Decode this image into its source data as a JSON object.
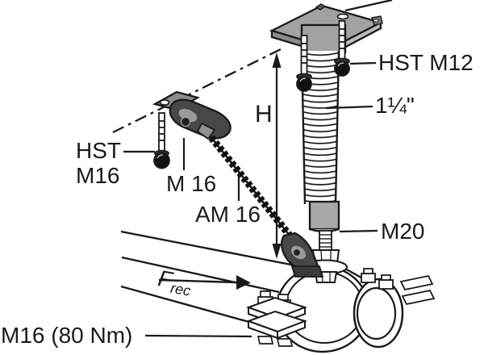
{
  "diagram": {
    "description": "Pipe suspension assembly with ceiling plate, threaded pipe, tie rod and pipe clamp",
    "labels": {
      "anchor_top": "HST M12",
      "pipe_diameter": "1¼\"",
      "height": "H",
      "anchor_side_line1": "HST",
      "anchor_side_line2": "M16",
      "nut_side": "M 16",
      "tie_rod": "AM 16",
      "coupler": "M20",
      "force_f": "F",
      "force_sub": "rec",
      "clamp_torque": "M16 (80 Nm)"
    },
    "colors": {
      "line": "#1a1a1a",
      "plate_gray": "#a2a2a2",
      "plate_edge_gray": "#8c8c8c",
      "bracket_dark": "#474747",
      "highlight_gray": "#9a9a9a",
      "background": "#ffffff"
    }
  }
}
